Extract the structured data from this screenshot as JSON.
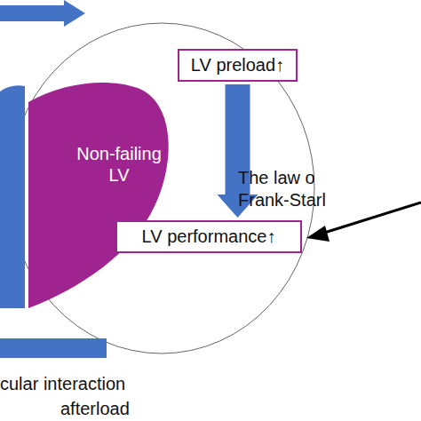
{
  "diagram": {
    "nodes": [
      {
        "text": [
          "Non-failing LV"
        ]
      },
      {
        "text": [
          "LV preload↑"
        ]
      },
      {
        "text": [
          "LV performance↑"
        ]
      }
    ],
    "edges": [
      {
        "from": 1,
        "to": 2,
        "arrow": "to",
        "label": "The law o Frank-Starl"
      }
    ],
    "labels": [
      "cular interaction",
      "afterload"
    ]
  }
}
